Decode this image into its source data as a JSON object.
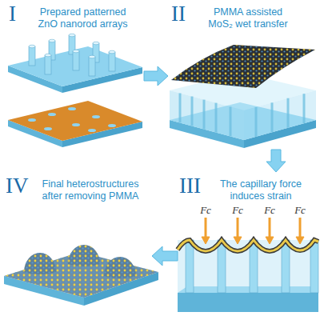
{
  "diagram": {
    "nodes": [
      {
        "text": [
          "I",
          "Prepared patterned ZnO nanorod arrays"
        ]
      },
      {
        "text": [
          "II",
          "PMMA assisted MoS₂ wet transfer"
        ]
      },
      {
        "text": [
          "III",
          "The capillary force induces strain"
        ]
      },
      {
        "text": [
          "IV",
          "Final heterostructures after removing PMMA"
        ]
      }
    ],
    "edges": [
      {
        "from": 0,
        "to": 1,
        "arrow": "to"
      },
      {
        "from": 1,
        "to": 2,
        "arrow": "to"
      },
      {
        "from": 2,
        "to": 3,
        "arrow": "to"
      }
    ],
    "labels": [
      "Fc",
      "Fc",
      "Fc",
      "Fc"
    ]
  }
}
